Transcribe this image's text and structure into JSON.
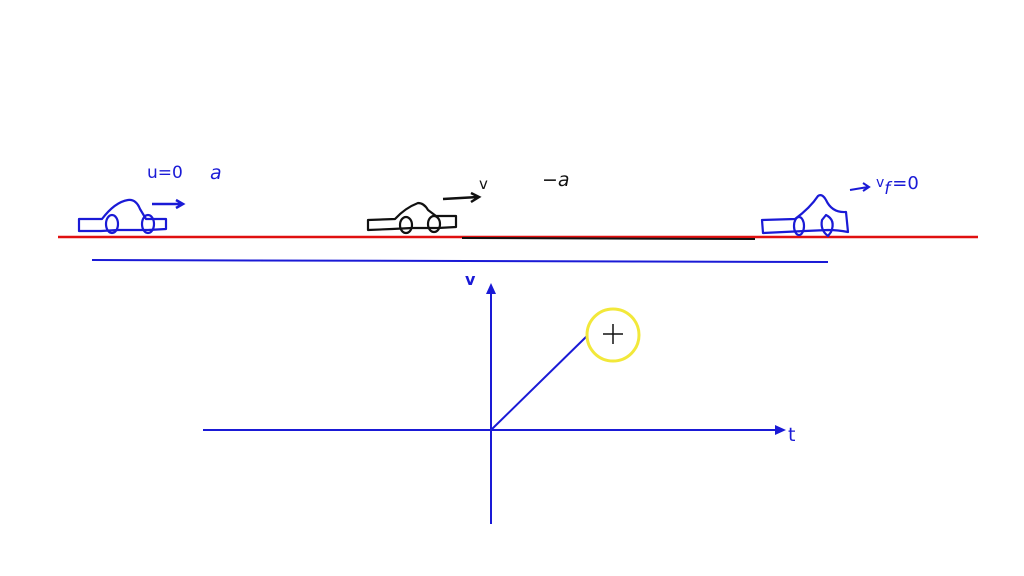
{
  "colors": {
    "ink_blue": "#1a1ad6",
    "ink_black": "#111111",
    "ground_red": "#e01010",
    "cursor_ring": "#f2e83a"
  },
  "scene": {
    "car_start": {
      "label_u": "u=0",
      "label_a": "a",
      "arrow": "right"
    },
    "car_middle": {
      "label_v": "v",
      "label_decel": "−a",
      "arrow": "right"
    },
    "car_end": {
      "arrow": "right",
      "label_vf_main": "v",
      "label_vf_sub": "f",
      "label_vf_rest": "=0"
    }
  },
  "graph": {
    "y_axis_label": "v",
    "x_axis_label": "t"
  },
  "cursor": {
    "icon": "crosshair-plus"
  },
  "chart_data": {
    "type": "line",
    "title": "",
    "xlabel": "t",
    "ylabel": "v",
    "series": [
      {
        "name": "velocity",
        "x": [
          0,
          1
        ],
        "y": [
          0,
          1
        ]
      }
    ],
    "notes": "Sketched v-t graph: straight line rising from origin (uniform acceleration)"
  }
}
